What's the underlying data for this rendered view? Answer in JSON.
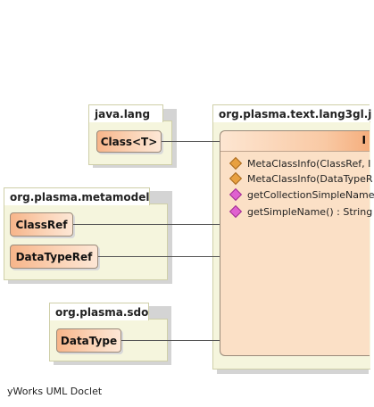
{
  "packages": {
    "java_lang": {
      "name": "java.lang",
      "classes": [
        "Class<T>"
      ]
    },
    "metamodel": {
      "name": "org.plasma.metamodel",
      "classes": [
        "ClassRef",
        "DataTypeRef"
      ]
    },
    "sdo": {
      "name": "org.plasma.sdo",
      "classes": [
        "DataType"
      ]
    },
    "main": {
      "name": "org.plasma.text.lang3gl.j"
    }
  },
  "main_class": {
    "header_fragment": "I",
    "methods": [
      {
        "text": "MetaClassInfo(ClassRef, I",
        "kind": "constructor"
      },
      {
        "text": "MetaClassInfo(DataTypeR",
        "kind": "constructor"
      },
      {
        "text": "getCollectionSimpleName",
        "kind": "method"
      },
      {
        "text": "getSimpleName() : String",
        "kind": "method"
      }
    ]
  },
  "footer": "yWorks UML Doclet"
}
